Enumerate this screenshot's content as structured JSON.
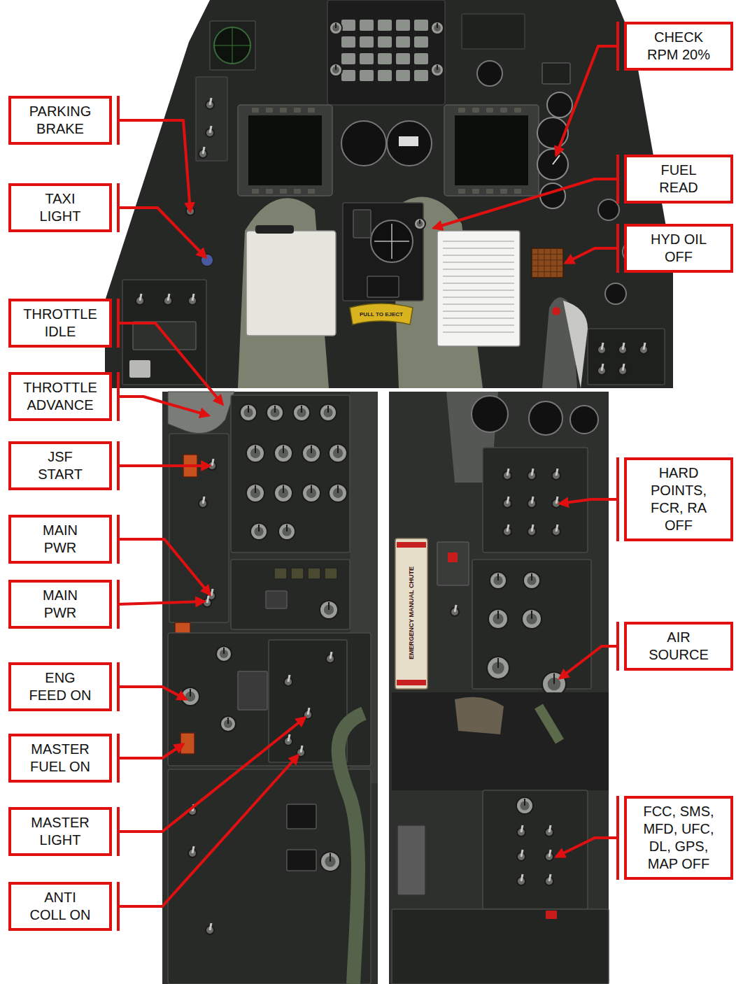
{
  "diagram": {
    "nodes": [
      {
        "text": [
          "PARKING BRAKE"
        ]
      },
      {
        "text": [
          "TAXI LIGHT"
        ]
      },
      {
        "text": [
          "THROTTLE IDLE"
        ]
      },
      {
        "text": [
          "THROTTLE ADVANCE"
        ]
      },
      {
        "text": [
          "JSF START"
        ]
      },
      {
        "text": [
          "MAIN PWR"
        ]
      },
      {
        "text": [
          "MAIN PWR"
        ]
      },
      {
        "text": [
          "ENG FEED ON"
        ]
      },
      {
        "text": [
          "MASTER FUEL ON"
        ]
      },
      {
        "text": [
          "MASTER LIGHT"
        ]
      },
      {
        "text": [
          "ANTI COLL ON"
        ]
      },
      {
        "text": [
          "CHECK RPM 20%"
        ]
      },
      {
        "text": [
          "FUEL READ"
        ]
      },
      {
        "text": [
          "HYD OIL OFF"
        ]
      },
      {
        "text": [
          "HARD POINTS, FCR, RA OFF"
        ]
      },
      {
        "text": [
          "AIR SOURCE"
        ]
      },
      {
        "text": [
          "FCC, SMS, MFD, UFC, DL, GPS, MAP OFF"
        ]
      }
    ],
    "labels": [
      "PULL TO EJECT",
      "EMERGENCY MANUAL CHUTE"
    ]
  }
}
